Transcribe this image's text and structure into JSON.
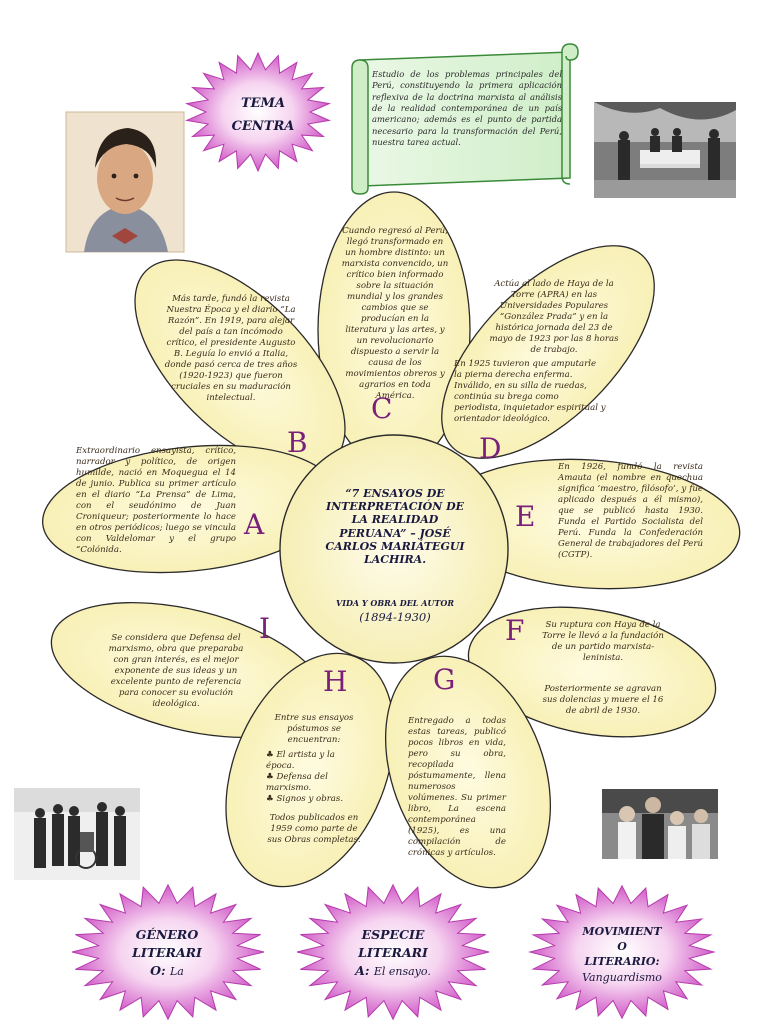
{
  "center": {
    "title": "“7 ENSAYOS DE INTERPRETACIÓN DE LA REALIDAD PERUANA” – JOSÉ CARLOS MARIÁTEGUI LACHIRA.",
    "subtitle": "VIDA Y OBRA DEL AUTOR",
    "years": "(1894-1930)"
  },
  "tema_central": {
    "label_line1": "TEMA",
    "label_line2": "CENTRA",
    "text": "Estudio de los problemas principales del Perú, constituyendo la primera aplicación reflexiva de la doctrina marxista al análisis de la realidad contemporánea de un país americano; además es el punto de partida necesario para la transformación del Perú, nuestra tarea actual."
  },
  "petals": [
    {
      "letter": "A",
      "text": "Extraordinario ensayista, crítico, narrador y político, de origen humilde, nació en Moquegua el 14 de junio. Publica su primer artículo en el diario “La Prensa” de Lima, con el seudónimo de Juan Croniqueur; posteriormente lo hace en otros periódicos; luego se vincula con Valdelomar y el grupo “Colónida."
    },
    {
      "letter": "B",
      "text": "Más tarde, fundó la revista Nuestra Época y el diario “La Razón”. En 1919, para alejar del país a tan incómodo crítico, el presidente Augusto B. Leguía lo envió a Italia, donde pasó cerca de tres años (1920-1923) que fueron cruciales en su maduración intelectual."
    },
    {
      "letter": "C",
      "text": "Cuando regresó al Perú, llegó transformado en un hombre distinto: un marxista convencido, un crítico bien informado sobre la situación mundial y los grandes cambios que se producían en la literatura y las artes, y un revolucionario dispuesto a servir la causa de los movimientos obreros y agrarios en toda América."
    },
    {
      "letter": "D",
      "text_a": "Actúa al lado de Haya de la Torre (APRA) en las Universidades Populares “González Prada” y en la histórica jornada del 23 de mayo de 1923 por las 8 horas de trabajo.",
      "text_b": "En 1925 tuvieron que amputarle la pierna derecha enferma. Inválido, en su silla de ruedas, continúa su brega como periodista, inquietador espiritual y orientador ideológico."
    },
    {
      "letter": "E",
      "text": "En 1926, fundó la revista Amauta (el nombre en quechua significa ‘maestro, filósofo’, y fue aplicado después a él mismo), que se publicó hasta 1930. Funda el Partido Socialista del Perú. Funda la Confederación General de trabajadores del Perú (CGTP)."
    },
    {
      "letter": "F",
      "text_a": "Su ruptura con Haya de la Torre le llevó a la fundación de un partido marxista-leninista.",
      "text_b": "Posteriormente se agravan sus dolencias y muere el 16 de abril de 1930."
    },
    {
      "letter": "G",
      "text": "Entregado a todas estas tareas, publicó pocos libros en vida, pero su obra, recopilada póstumamente, llena numerosos volúmenes. Su primer libro, La escena contemporánea (1925), es una compilación de crónicas y artículos."
    },
    {
      "letter": "H",
      "intro": "Entre sus ensayos póstumos se encuentran:",
      "items": [
        "El artista y la época.",
        "Defensa del marxismo.",
        "Signos y obras."
      ],
      "outro": "Todos publicados en 1959 como parte de sus Obras completas."
    },
    {
      "letter": "I",
      "text": "Se considera que Defensa del marxismo, obra que preparaba con gran interés, es el mejor exponente de sus ideas y un excelente punto de referencia para conocer su evolución ideológica."
    }
  ],
  "bottom_stars": [
    {
      "line1": "GÉNERO",
      "line2": "LITERARI",
      "line3": "O:",
      "value": "La"
    },
    {
      "line1": "ESPECIE",
      "line2": "LITERARI",
      "line3": "A:",
      "value": "El ensayo."
    },
    {
      "line1": "MOVIMIENT",
      "line2": "O",
      "line3": "LITERARIO:",
      "value": "Vanguardismo"
    }
  ],
  "colors": {
    "petal_fill": "#fbf5c2",
    "petal_stroke": "#2a2a2a",
    "letter": "#7a1f7a",
    "star_inner": "#f7d2f0",
    "star_outer": "#d05bc8",
    "scroll_fill": "#ddf2d8",
    "scroll_stroke": "#3a8a3a"
  },
  "icons": [
    "bullet-club-icon"
  ]
}
